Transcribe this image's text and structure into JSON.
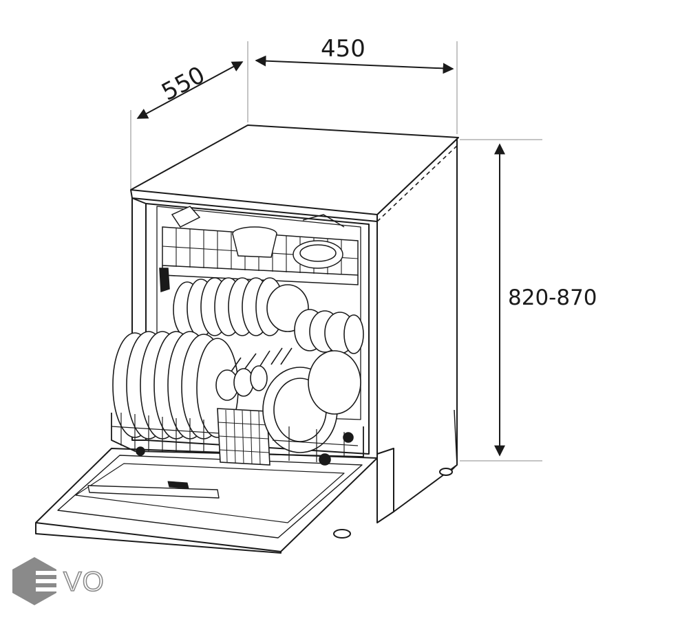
{
  "dimensions": {
    "depth_label": "550",
    "width_label": "450",
    "height_label": "820-870"
  },
  "logo": {
    "text": "EVO",
    "color": "#8a8a8a"
  },
  "colors": {
    "line": "#1a1a1a",
    "background": "#ffffff"
  }
}
